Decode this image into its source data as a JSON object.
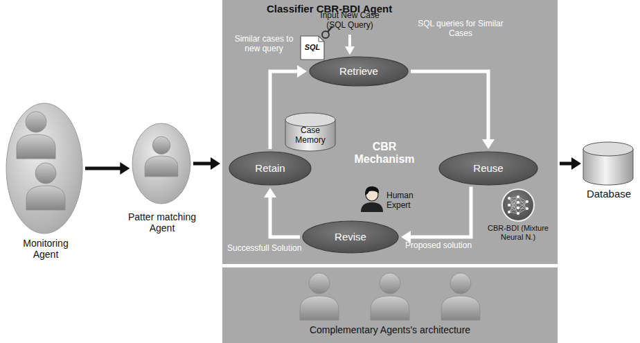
{
  "diagram": {
    "nodes": [
      {
        "text": [
          "Monitoring Agent"
        ]
      },
      {
        "text": [
          "Patter matching Agent"
        ]
      },
      {
        "text": [
          "Classifier CBR-BDI Agent"
        ]
      },
      {
        "text": [
          "Retrieve"
        ],
        "in": 2
      },
      {
        "text": [
          "Reuse"
        ],
        "in": 2
      },
      {
        "text": [
          "Revise"
        ],
        "in": 2
      },
      {
        "text": [
          "Retain"
        ],
        "in": 2
      },
      {
        "text": [
          "Case Memory"
        ],
        "in": 2
      },
      {
        "text": [
          "CBR-BDI (Mixture Neural N.)"
        ],
        "in": 2
      },
      {
        "text": [
          "Database"
        ]
      },
      {
        "text": [
          "Complementary Agents's architecture"
        ]
      }
    ],
    "edges": [
      {
        "from": 0,
        "to": 1,
        "arrow": "to"
      },
      {
        "from": 1,
        "to": 2,
        "arrow": "to"
      },
      {
        "from": 2,
        "to": 9,
        "arrow": "to"
      },
      {
        "from": 3,
        "to": 4,
        "label": "SQL queries for Similar Cases",
        "arrow": "to"
      },
      {
        "from": 4,
        "to": 5,
        "label": "Proposed solution",
        "arrow": "to"
      },
      {
        "from": 5,
        "to": 6,
        "label": "Successfull Solution",
        "arrow": "to"
      },
      {
        "from": 6,
        "to": 3,
        "label": "Similar cases to new query",
        "arrow": "to"
      }
    ],
    "labels": [
      "Input New Case (SQL Query)",
      "SQL",
      "CBR Mechanism",
      "Human Expert"
    ]
  }
}
